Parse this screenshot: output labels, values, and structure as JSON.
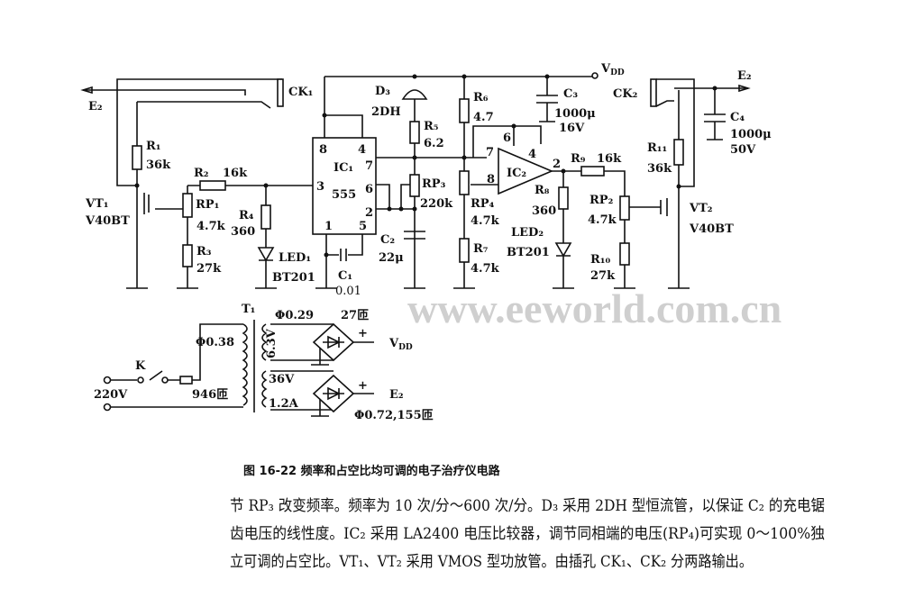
{
  "watermark": "www.eeworld.com.cn",
  "labels": {
    "e2_left": "E₂",
    "ck1": "CK₁",
    "r1": "R₁",
    "r1_val": "36k",
    "vt1": "VT₁",
    "vt1_val": "V40BT",
    "r2": "R₂",
    "r2_val": "16k",
    "rp1": "RP₁",
    "rp1_val": "4.7k",
    "r3": "R₃",
    "r3_val": "27k",
    "r4": "R₄",
    "r4_val": "360",
    "led1": "LED₁",
    "led1_val": "BT201",
    "ic1": "IC₁",
    "ic1_val": "555",
    "pin8": "8",
    "pin4": "4",
    "pin7": "7",
    "pin3": "3",
    "pin6": "6",
    "pin2": "2",
    "pin1": "1",
    "pin5": "5",
    "c1": "C₁",
    "c1_val": "0.01",
    "c2": "C₂",
    "c2_val": "22μ",
    "d3": "D₃",
    "d3_val": "2DH",
    "r5": "R₅",
    "r5_val": "6.2",
    "rp3": "RP₃",
    "rp3_val": "220k",
    "vdd_main": "V",
    "vdd_sub": "DD",
    "r6": "R₆",
    "r6_val": "4.7",
    "rp4": "RP₄",
    "rp4_val": "4.7k",
    "r7": "R₇",
    "r7_val": "4.7k",
    "c3": "C₃",
    "c3_val": "1000μ",
    "c3_v": "16V",
    "ic2": "IC₂",
    "ic2_pin7": "7",
    "ic2_pin6": "6",
    "ic2_pin4": "4",
    "ic2_pin8": "8",
    "ic2_pin2": "2",
    "r8": "R₈",
    "r8_val": "360",
    "led2": "LED₂",
    "led2_val": "BT201",
    "r9": "R₉",
    "r9_val": "16k",
    "rp2": "RP₂",
    "rp2_val": "4.7k",
    "r10": "R₁₀",
    "r10_val": "27k",
    "vt2": "VT₂",
    "vt2_val": "V40BT",
    "r11": "R₁₁",
    "r11_val": "36k",
    "ck2": "CK₂",
    "e2_right": "E₂",
    "c4": "C₄",
    "c4_val": "1000μ",
    "c4_v": "50V",
    "t1": "T₁",
    "k": "K",
    "mains": "220V",
    "phi038": "Φ0.38",
    "turns946": "946匝",
    "phi029": "Φ0.29",
    "turns27": "27匝",
    "v63": "6.3V",
    "v36": "36V",
    "a12": "1.2A",
    "plus1": "+",
    "plus2": "+",
    "vdd2_main": "V",
    "vdd2_sub": "DD",
    "e2_psu": "E₂",
    "phi072": "Φ0.72,155匝"
  },
  "caption": "图 16-22    频率和占空比均可调的电子治疗仪电路",
  "body_lines": [
    "节 RP₃ 改变频率。频率为 10 次/分～600 次/分。D₃ 采用 2DH 型恒流管，以保证 C₂ 的充电锯",
    "齿电压的线性度。IC₂ 采用 LA2400 电压比较器，调节同相端的电压(RP₄)可实现 0～100%独",
    "立可调的占空比。VT₁、VT₂ 采用 VMOS 型功放管。由插孔 CK₁、CK₂ 分两路输出。"
  ]
}
